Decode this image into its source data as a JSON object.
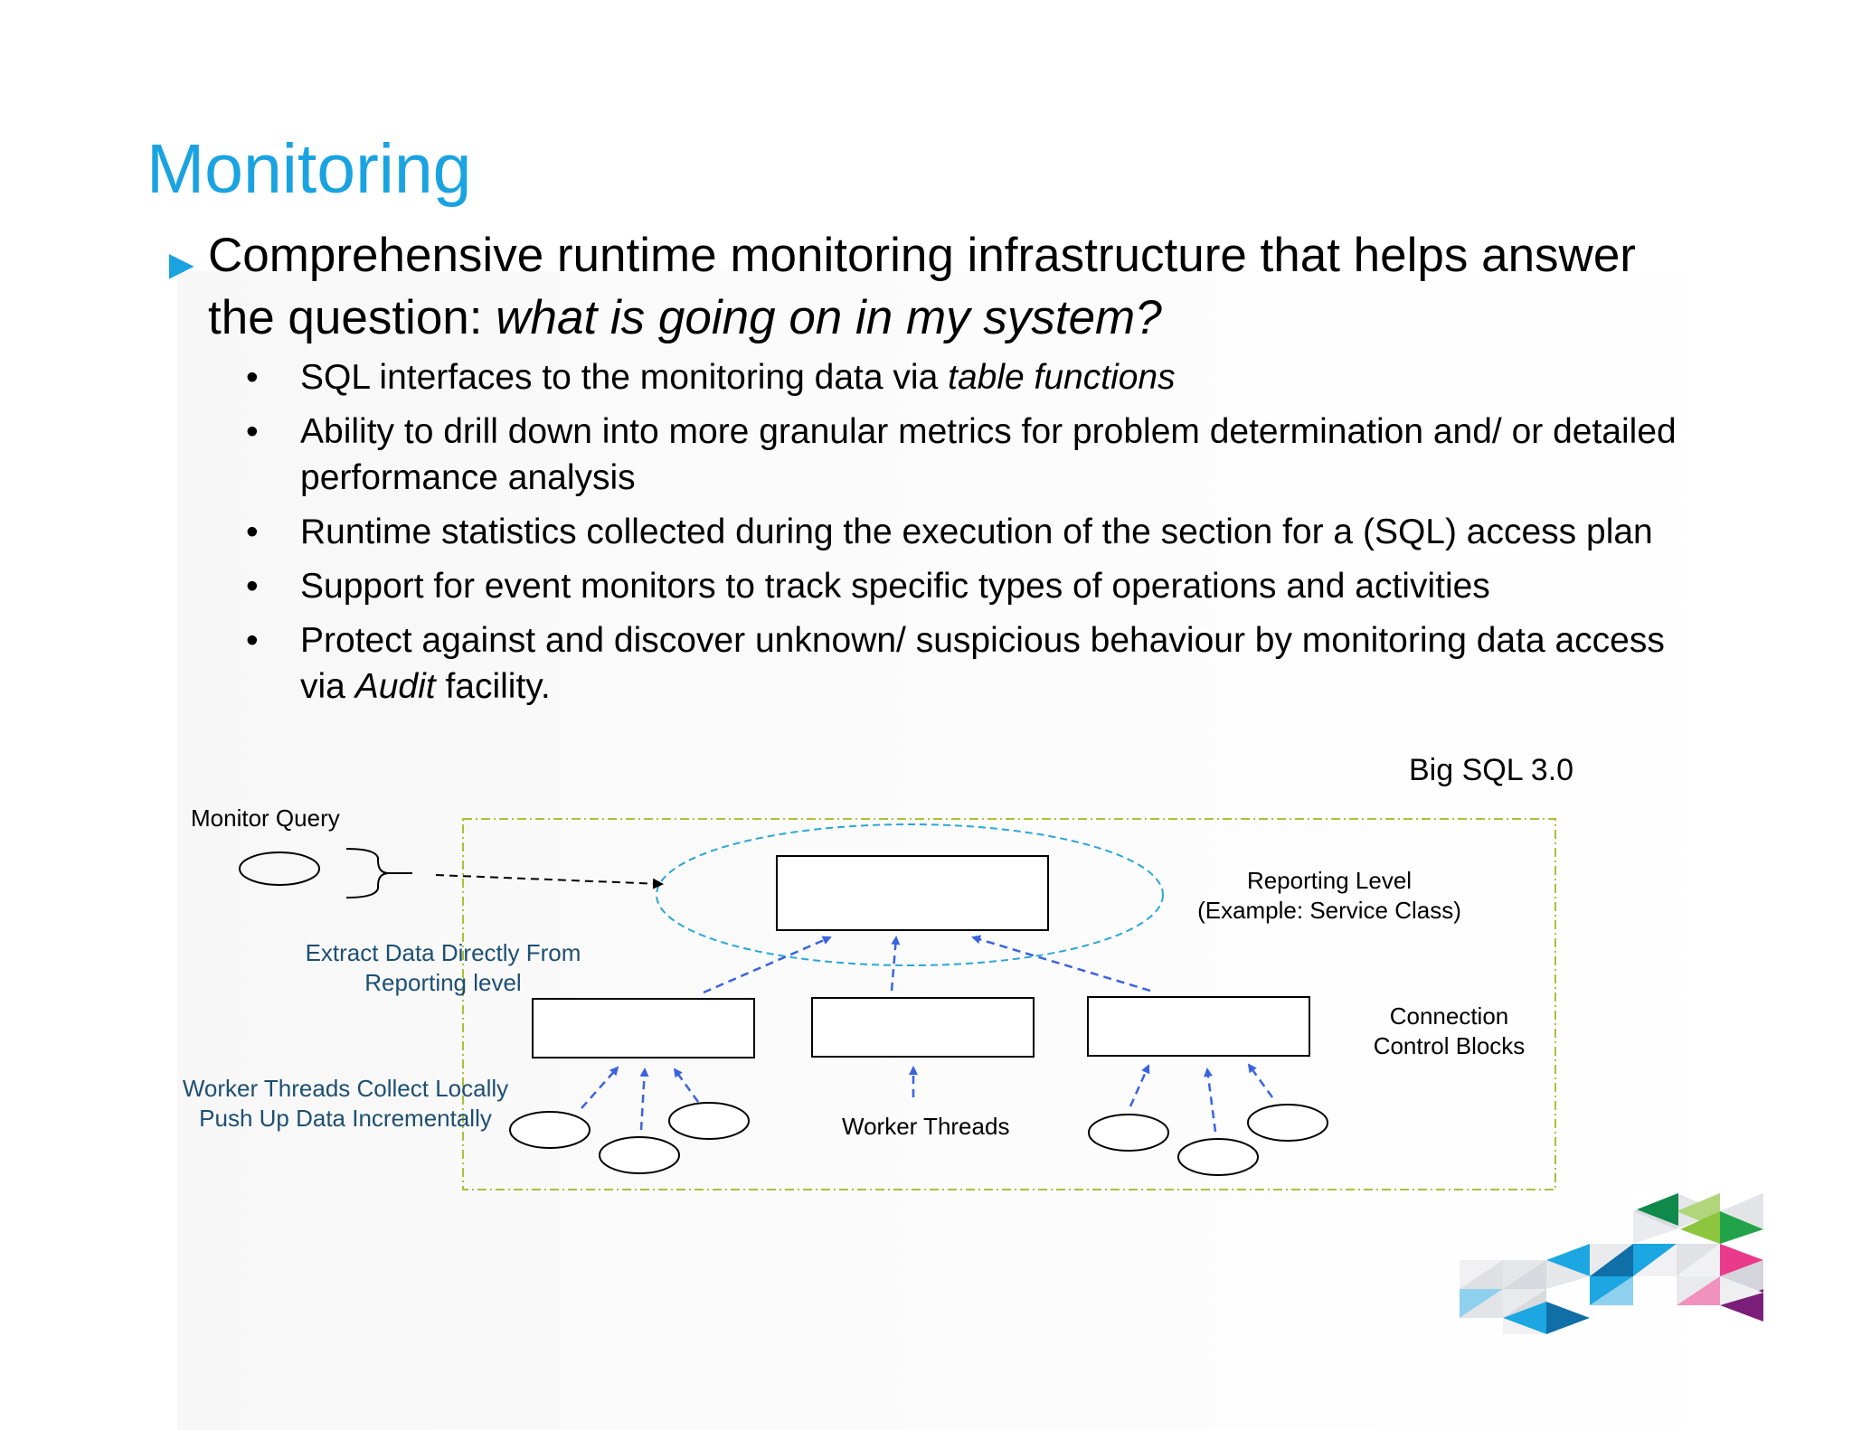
{
  "slide": {
    "title": "Monitoring",
    "lead_text": "Comprehensive runtime monitoring infrastructure that helps answer the question: ",
    "lead_italic": "what is going on in my system?",
    "bullets": [
      {
        "text": "SQL interfaces to the monitoring data via ",
        "italic": "table functions",
        "after": ""
      },
      {
        "text": "Ability to drill down into more granular metrics for problem determination and/ or detailed performance analysis",
        "italic": "",
        "after": ""
      },
      {
        "text": "Runtime statistics collected during the execution of the section for a (SQL) access plan",
        "italic": "",
        "after": ""
      },
      {
        "text": "Support for event monitors to track specific types of operations and activities",
        "italic": "",
        "after": ""
      },
      {
        "text": "Protect against and discover unknown/ suspicious behaviour by monitoring data access via ",
        "italic": "Audit",
        "after": " facility."
      }
    ],
    "bullet_char": "•",
    "version_label": "Big SQL 3.0"
  },
  "diagram": {
    "monitor_query": "Monitor Query",
    "extract_line1": "Extract Data Directly From",
    "extract_line2": "Reporting level",
    "worker_collect_line1": "Worker Threads Collect Locally",
    "worker_collect_line2": "Push Up Data Incrementally",
    "reporting_line1": "Reporting Level",
    "reporting_line2": "(Example: Service Class)",
    "connection_line1": "Connection",
    "connection_line2": "Control Blocks",
    "worker_threads": "Worker Threads"
  },
  "colors": {
    "accent": "#1aa3e0",
    "arrow_blue": "#3a63e0",
    "container_border": "#a8c23a",
    "ellipse_dashed": "#2aa7d6",
    "label_blue": "#1d4f72"
  }
}
